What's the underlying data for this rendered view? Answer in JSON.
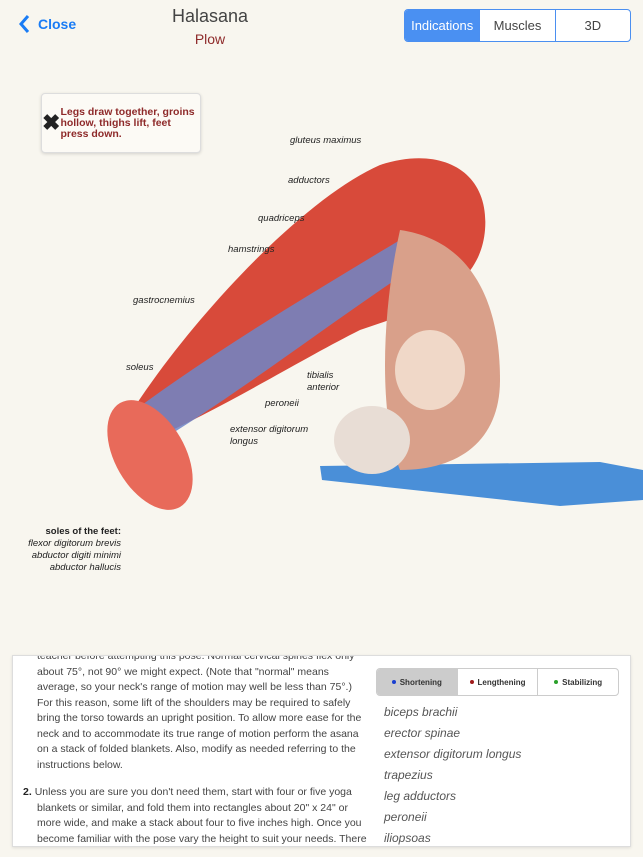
{
  "header": {
    "close_label": "Close",
    "title": "Halasana",
    "subtitle": "Plow",
    "tabs": [
      "Indications",
      "Muscles",
      "3D"
    ]
  },
  "tip": {
    "icon": "close-icon",
    "text": "Legs draw together, groins hollow, thighs lift, feet press down."
  },
  "labels": {
    "gluteus": "gluteus maximus",
    "adductors": "adductors",
    "quadriceps": "quadriceps",
    "hamstrings": "hamstrings",
    "gastrocnemius": "gastrocnemius",
    "soleus": "soleus",
    "tibialis1": "tibialis",
    "tibialis2": "anterior",
    "peroneii": "peroneii",
    "extensor1": "extensor digitorum",
    "extensor2": "longus"
  },
  "soles": {
    "title": "soles of the feet:",
    "items": [
      "flexor digitorum brevis",
      "abductor digiti minimi",
      "abductor hallucis"
    ]
  },
  "instructions": {
    "p1": "teacher before attempting this pose. Normal cervical spines flex only about 75°, not 90° we might expect. (Note that \"normal\" means average, so your neck's range of motion may well be less than 75°.) For this reason, some lift of the shoulders may be required to safely bring the torso towards an upright position. To allow more ease for the neck and to accommodate its true range of motion perform the asana on a stack of folded blankets. Also, modify as needed referring to the instructions below.",
    "n2": "2.",
    "p2": "Unless you are sure you don't need them, start with four or five yoga blankets or similar, and fold them into rectangles about 20\" x 24\" or more wide, and make a stack about four to five inches high. Once you become familiar with the pose vary the height to suit your needs. There should be"
  },
  "muscle_tabs": [
    {
      "label": "Shortening",
      "color": "#1a3fd0"
    },
    {
      "label": "Lengthening",
      "color": "#a01c1c"
    },
    {
      "label": "Stabilizing",
      "color": "#2aa02a"
    }
  ],
  "muscles": [
    "biceps brachii",
    "erector spinae",
    "extensor digitorum longus",
    "trapezius",
    "leg adductors",
    "peroneii",
    "iliopsoas"
  ]
}
